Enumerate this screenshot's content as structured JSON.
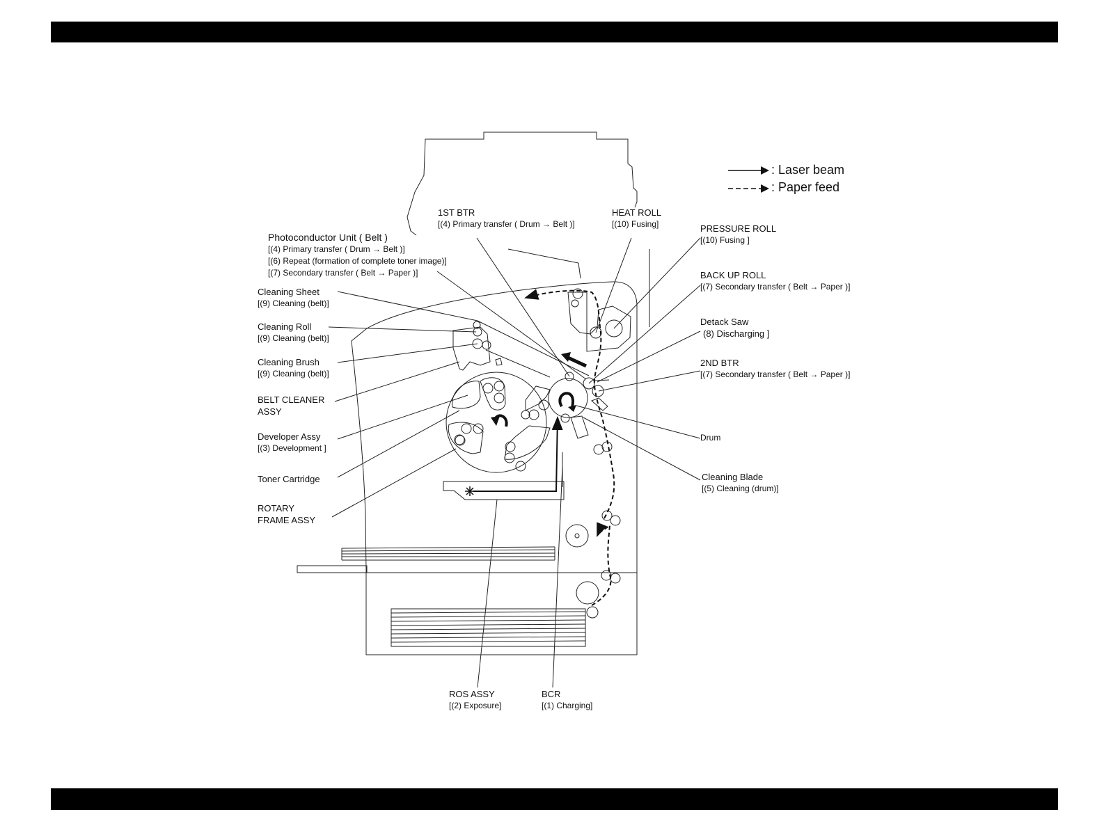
{
  "legend": {
    "laser": ": Laser beam",
    "paper": ": Paper feed"
  },
  "labels": {
    "photoconductor": {
      "title": "Photoconductor Unit ( Belt )",
      "l1": "[(4) Primary transfer ( Drum → Belt )]",
      "l2": "[(6) Repeat (formation of complete toner image)]",
      "l3": "[(7) Secondary transfer ( Belt → Paper )]"
    },
    "first_btr": {
      "title": "1ST BTR",
      "sub": "[(4) Primary transfer ( Drum → Belt )]"
    },
    "heat_roll": {
      "title": "HEAT ROLL",
      "sub": "[(10) Fusing]"
    },
    "pressure_roll": {
      "title": "PRESSURE ROLL",
      "sub": "[(10) Fusing ]"
    },
    "back_up_roll": {
      "title": "BACK UP ROLL",
      "sub": "[(7) Secondary transfer ( Belt → Paper )]"
    },
    "detack_saw": {
      "title": "Detack Saw",
      "sub": "(8) Discharging ]"
    },
    "second_btr": {
      "title": "2ND BTR",
      "sub": "[(7) Secondary transfer ( Belt → Paper )]"
    },
    "drum": {
      "title": "Drum"
    },
    "cleaning_blade": {
      "title": "Cleaning Blade",
      "sub": "[(5) Cleaning (drum)]"
    },
    "cleaning_sheet": {
      "title": "Cleaning Sheet",
      "sub": "[(9) Cleaning (belt)]"
    },
    "cleaning_roll": {
      "title": "Cleaning Roll",
      "sub": "[(9) Cleaning (belt)]"
    },
    "cleaning_brush": {
      "title": "Cleaning Brush",
      "sub": "[(9) Cleaning (belt)]"
    },
    "belt_cleaner": {
      "l1": "BELT CLEANER",
      "l2": "ASSY"
    },
    "developer": {
      "title": "Developer Assy",
      "sub": "[(3) Development ]"
    },
    "toner": {
      "title": "Toner Cartridge"
    },
    "rotary": {
      "l1": "ROTARY",
      "l2": "FRAME ASSY"
    },
    "ros": {
      "title": "ROS ASSY",
      "sub": "[(2) Exposure]"
    },
    "bcr": {
      "title": "BCR",
      "sub": "[(1) Charging]"
    }
  },
  "icons": {
    "laser_source": "starburst-icon",
    "rotation": "curved-arrow-icon",
    "direction": "solid-arrow-icon"
  }
}
